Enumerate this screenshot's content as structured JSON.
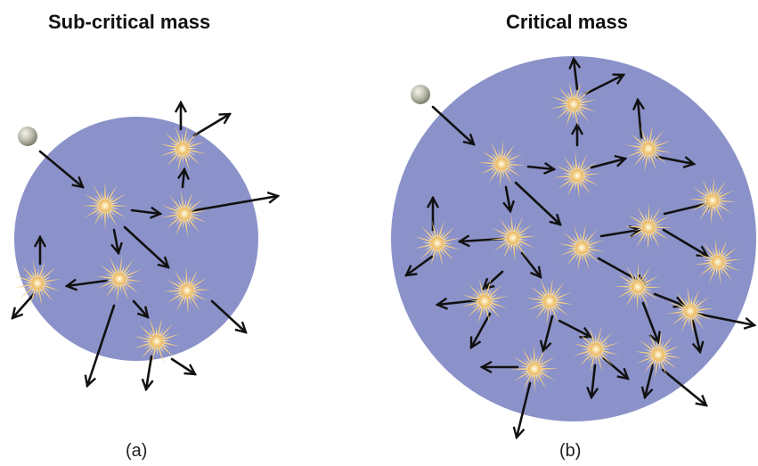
{
  "panels": [
    {
      "title": "Sub-critical mass",
      "caption": "(a)"
    },
    {
      "title": "Critical mass",
      "caption": "(b)"
    }
  ],
  "colors": {
    "mass": "#8b92c9",
    "arrow": "#111111",
    "flash": "#f3cf86",
    "neutron": "#b8b8a8"
  },
  "icons": [
    "neutron-icon",
    "fission-burst-icon",
    "neutron-arrow"
  ]
}
